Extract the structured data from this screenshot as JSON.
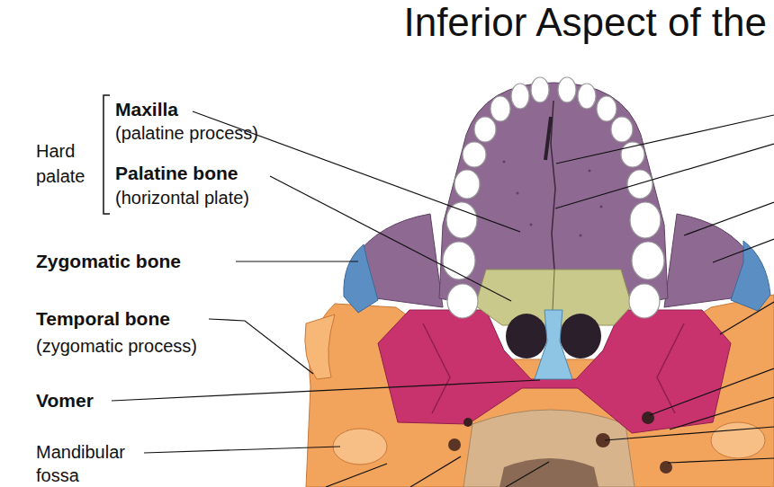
{
  "diagram": {
    "title": "Inferior Aspect of the",
    "labels": [
      "Hard palate",
      "Maxilla",
      "(palatine process)",
      "Palatine bone",
      "(horizontal plate)",
      "Zygomatic bone",
      "Temporal bone",
      "(zygomatic process)",
      "Vomer",
      "Mandibular fossa"
    ]
  }
}
